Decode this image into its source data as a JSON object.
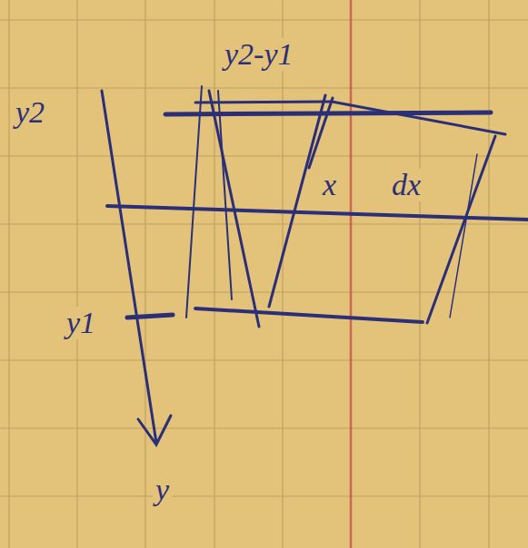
{
  "diagram": {
    "labels": [
      "y2-y1",
      "y2",
      "x",
      "dx",
      "y1",
      "y"
    ]
  }
}
